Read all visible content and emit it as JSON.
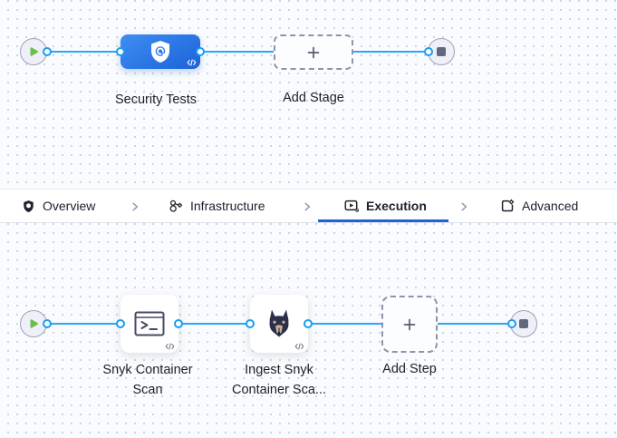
{
  "stage_flow": {
    "stage_label": "Security Tests",
    "add_stage_label": "Add Stage"
  },
  "tabbar": {
    "tabs": [
      {
        "label": "Overview",
        "icon": "shield-icon",
        "active": false
      },
      {
        "label": "Infrastructure",
        "icon": "infrastructure-icon",
        "active": false
      },
      {
        "label": "Execution",
        "icon": "execution-icon",
        "active": true
      },
      {
        "label": "Advanced",
        "icon": "advanced-icon",
        "active": false
      }
    ]
  },
  "step_flow": {
    "steps": [
      {
        "label_line1": "Snyk Container",
        "label_line2": "Scan",
        "icon": "terminal-icon"
      },
      {
        "label_line1": "Ingest Snyk",
        "label_line2": "Container Sca...",
        "icon": "snyk-doberman-icon"
      }
    ],
    "add_step_label": "Add Step"
  },
  "colors": {
    "edge_blue": "#2ea7f3",
    "active_tab_underline": "#2062d8",
    "stage_gradient_start": "#3f8df2",
    "stage_gradient_end": "#1b63da",
    "play_green": "#6dbd4e",
    "stop_gray": "#63667f",
    "canvas_bg": "#f9fbfe",
    "dot_grid": "#c9d2e0"
  }
}
